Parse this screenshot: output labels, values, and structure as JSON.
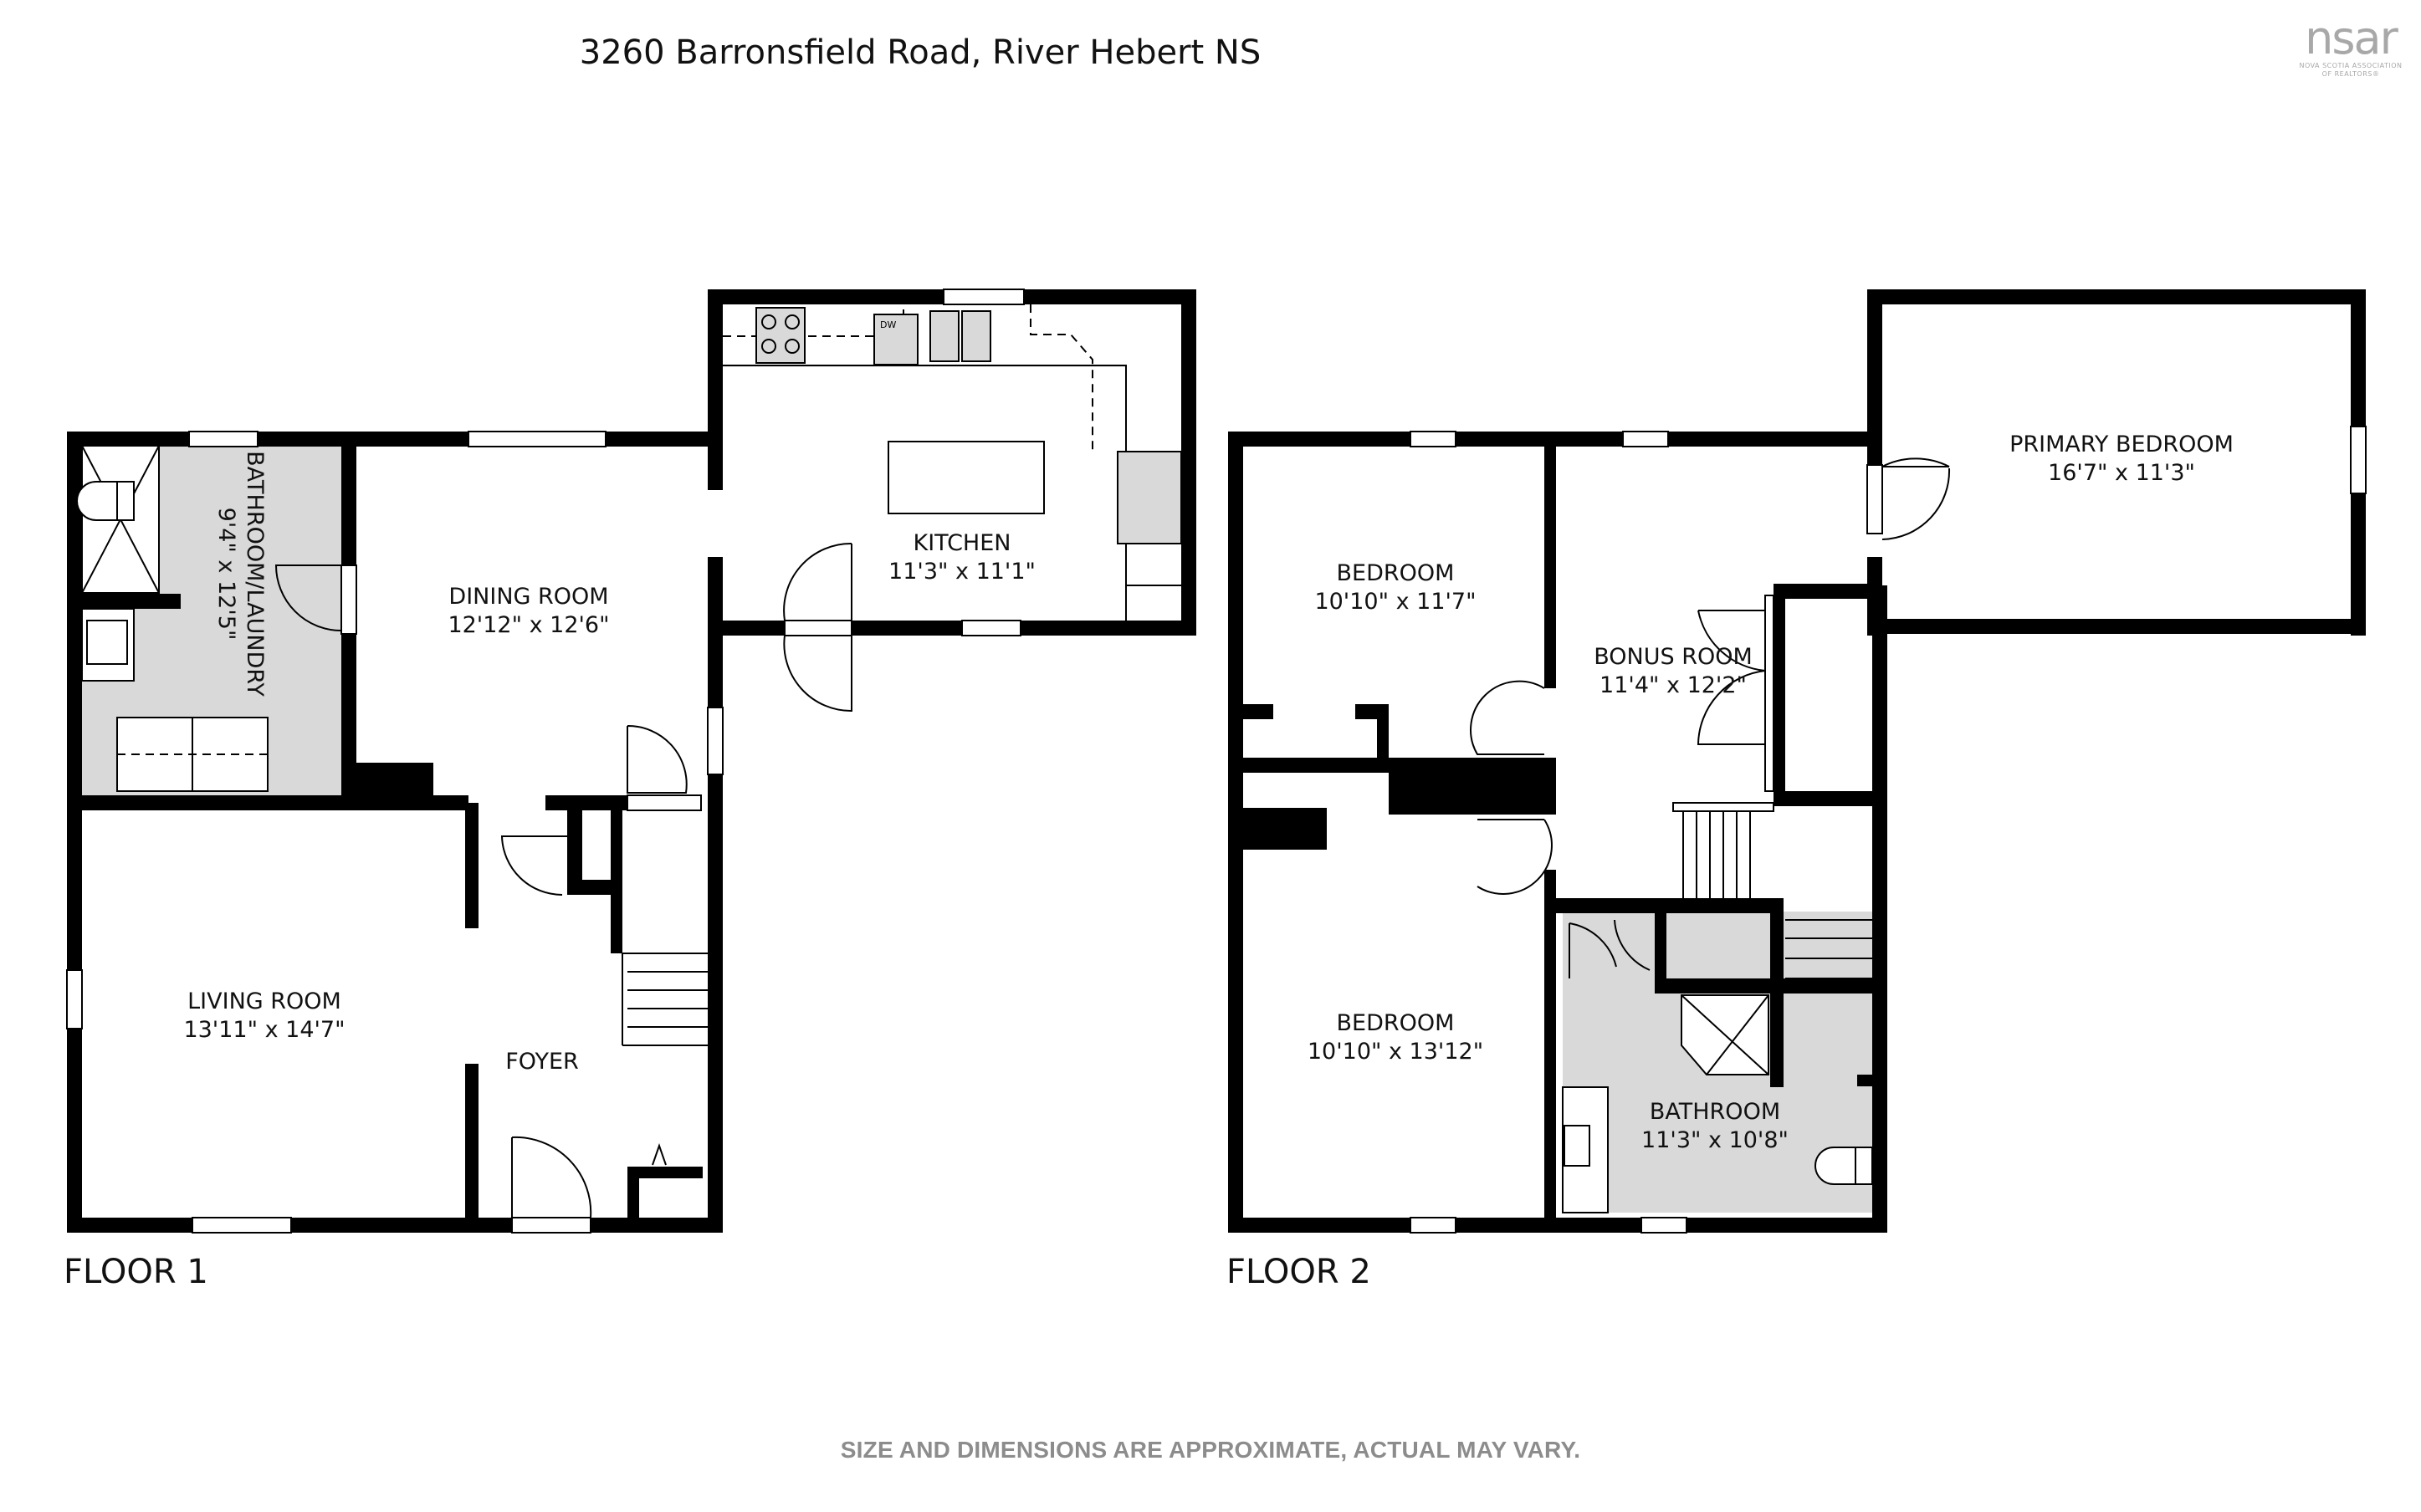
{
  "header": {
    "title": "3260 Barronsfield Road, River Hebert NS"
  },
  "logo": {
    "main": "nsar",
    "line1": "NOVA SCOTIA ASSOCIATION",
    "line2": "OF REALTORS®"
  },
  "floors": [
    {
      "label": "FLOOR 1",
      "rooms": [
        {
          "name": "BATHROOM/LAUNDRY",
          "dimensions": "9'4\" x 12'5\"",
          "orientation": "vertical"
        },
        {
          "name": "DINING ROOM",
          "dimensions": "12'12\" x 12'6\""
        },
        {
          "name": "KITCHEN",
          "dimensions": "11'3\" x 11'1\""
        },
        {
          "name": "LIVING ROOM",
          "dimensions": "13'11\" x 14'7\""
        },
        {
          "name": "FOYER",
          "dimensions": ""
        }
      ],
      "fixtures": {
        "dishwasher_label": "DW"
      }
    },
    {
      "label": "FLOOR 2",
      "rooms": [
        {
          "name": "BEDROOM",
          "dimensions": "10'10\" x 11'7\""
        },
        {
          "name": "BONUS ROOM",
          "dimensions": "11'4\" x 12'2\""
        },
        {
          "name": "PRIMARY BEDROOM",
          "dimensions": "16'7\" x 11'3\""
        },
        {
          "name": "BEDROOM",
          "dimensions": "10'10\" x 13'12\""
        },
        {
          "name": "BATHROOM",
          "dimensions": "11'3\" x 10'8\""
        }
      ]
    }
  ],
  "footer": {
    "disclaimer": "SIZE AND DIMENSIONS ARE APPROXIMATE, ACTUAL MAY VARY."
  },
  "colors": {
    "wall": "#000000",
    "wet_area": "#d9d9d9",
    "disclaimer": "#8c8c8c",
    "logo": "#a8a8a8"
  }
}
